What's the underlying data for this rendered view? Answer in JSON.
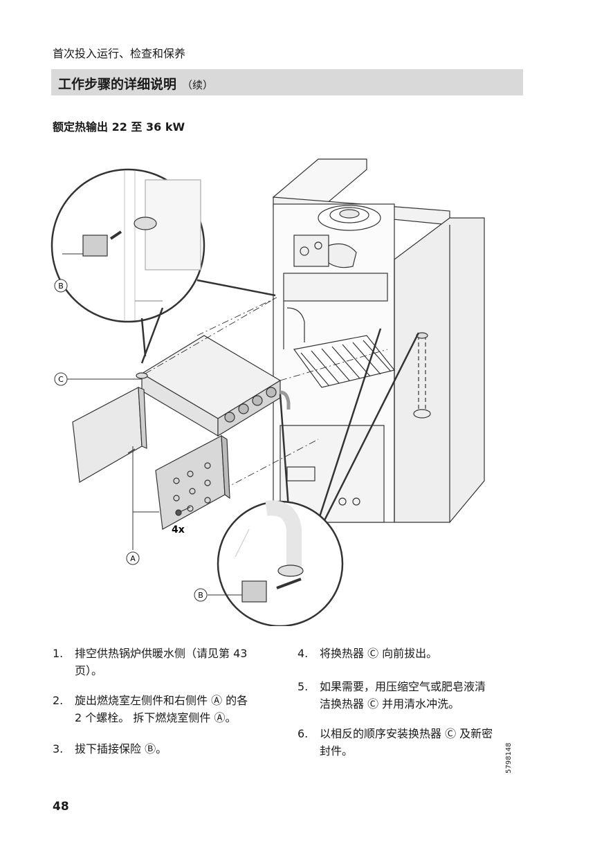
{
  "header": {
    "section": "首次投入运行、检查和保养",
    "title": "工作步骤的详细说明",
    "title_suffix": "（续）"
  },
  "subheading": "额定热输出 22 至 36 kW",
  "figure": {
    "callout_a": "A",
    "callout_b": "B",
    "callout_c": "C",
    "screw_count": "4x"
  },
  "steps": [
    {
      "num": "1.",
      "line1": "排空供热锅炉供暖水侧（请见第 43",
      "line2": "页）。"
    },
    {
      "num": "2.",
      "line1": "旋出燃烧室左侧件和右侧件 Ⓐ 的各",
      "line2": "2 个螺栓。 拆下燃烧室侧件 Ⓐ。"
    },
    {
      "num": "3.",
      "line1": "拔下插接保险 Ⓑ。",
      "line2": ""
    },
    {
      "num": "4.",
      "line1": "将换热器 Ⓒ 向前拔出。",
      "line2": ""
    },
    {
      "num": "5.",
      "line1": "如果需要，用压缩空气或肥皂液清",
      "line2": "洁换热器 Ⓒ 并用清水冲洗。"
    },
    {
      "num": "6.",
      "line1": "以相反的顺序安装换热器 Ⓒ 及新密",
      "line2": "封件。"
    }
  ],
  "footer": {
    "page_number": "48",
    "doc_code": "5798148"
  }
}
